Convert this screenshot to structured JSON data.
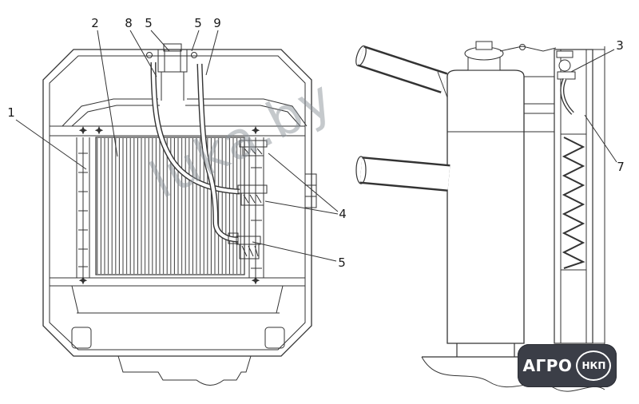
{
  "figure": {
    "watermark": "luka.by",
    "logo": {
      "brand": "АГРО",
      "badge": "НКП"
    }
  },
  "callouts": {
    "n1": "1",
    "n2": "2",
    "n8": "8",
    "n5a": "5",
    "n5b": "5",
    "n9": "9",
    "n4": "4",
    "n5c": "5",
    "n3": "3",
    "n7": "7"
  }
}
